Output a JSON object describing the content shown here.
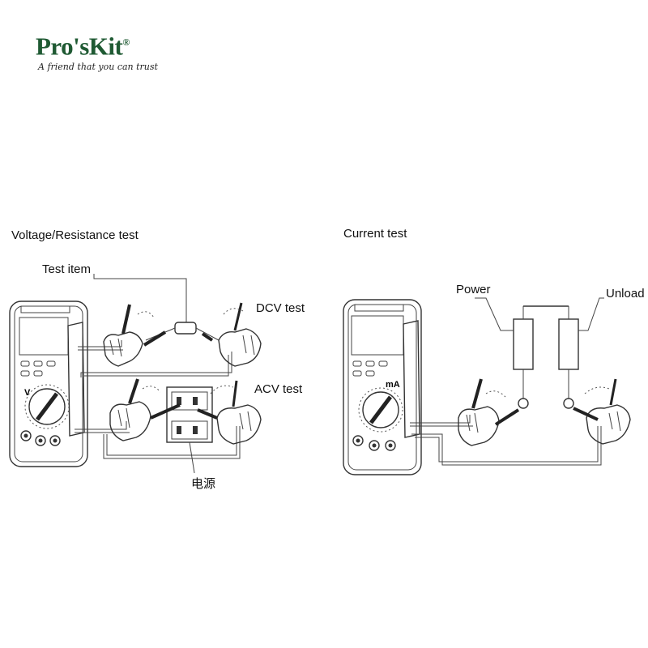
{
  "logo": {
    "brand": "Pro'sKit",
    "registered": "®",
    "tagline": "A friend that you can trust"
  },
  "voltage_section": {
    "title": "Voltage/Resistance test",
    "test_item_label": "Test item",
    "dcv_label": "DCV test",
    "acv_label": "ACV test",
    "power_source_label": "电源",
    "meter_mode_label": "V"
  },
  "current_section": {
    "title": "Current test",
    "power_label": "Power",
    "unload_label": "Unload",
    "meter_mode_label": "mA"
  }
}
